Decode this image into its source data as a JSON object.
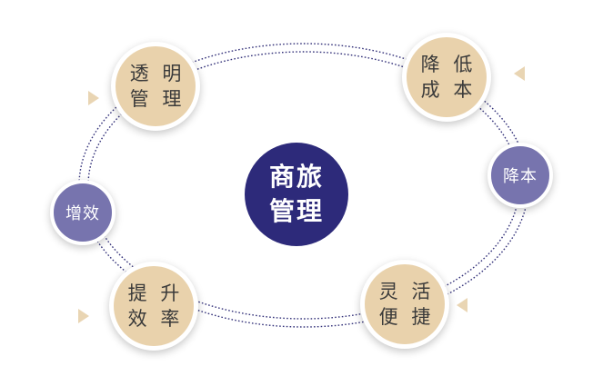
{
  "diagram": {
    "center_label": "商旅\n管理",
    "nodes": {
      "transparent_management": "透 明\n管 理",
      "reduce_cost": "降 低\n成 本",
      "cost_down": "降本",
      "flexible_convenient": "灵 活\n便 捷",
      "improve_efficiency": "提 升\n效 率",
      "increase_efficiency": "增效"
    },
    "colors": {
      "tan": "#e9d2ac",
      "purple": "#7774ae",
      "navy": "#2d2a7a",
      "ring": "#34327a",
      "arrow": "#e9d5b3"
    }
  }
}
